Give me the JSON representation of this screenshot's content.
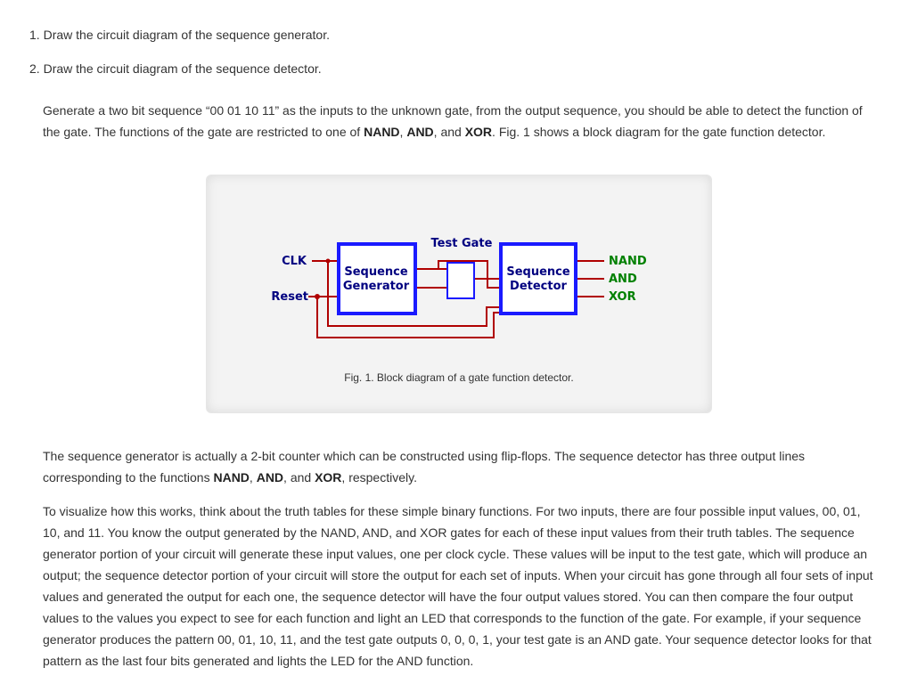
{
  "list": [
    {
      "number": "1.",
      "text": "Draw the circuit diagram of the sequence generator."
    },
    {
      "number": "2.",
      "text": "Draw the circuit diagram of the sequence detector."
    }
  ],
  "intro": {
    "s1": "Generate a two bit sequence “00 01 10 11” as the inputs to the unknown gate, from the output sequence, you should be able to detect the function of the gate.  The functions of the gate are restricted to one of ",
    "nand": "NAND",
    "sep1": ", ",
    "and": "AND",
    "sep2": ", and ",
    "xor": "XOR",
    "s2": ". Fig. 1 shows a block diagram for the gate function detector."
  },
  "figure": {
    "labels": {
      "clk": "CLK",
      "reset": "Reset",
      "test_gate": "Test Gate",
      "generator": [
        "Sequence",
        "Generator"
      ],
      "detector": [
        "Sequence",
        "Detector"
      ],
      "out_nand": "NAND",
      "out_and": "AND",
      "out_xor": "XOR"
    },
    "caption": "Fig. 1. Block diagram of a gate function detector.",
    "colors": {
      "block": "#1a1aff",
      "wire": "#b00000",
      "output_label": "#008000",
      "input_label": "#000080"
    }
  },
  "para2": {
    "s1": "The sequence generator is actually a 2-bit counter which can be constructed using flip-flops.  The sequence detector has three output lines corresponding to the functions ",
    "nand": "NAND",
    "sep1": ", ",
    "and": "AND",
    "sep2": ", and ",
    "xor": "XOR",
    "s2": ", respectively."
  },
  "para3": {
    "text": "To visualize how this works, think about the truth tables for these simple binary functions.  For two inputs, there are four possible input values, 00, 01, 10, and 11.  You know the output generated by the NAND, AND, and XOR gates for each of these input values from their truth tables.  The sequence generator portion of your circuit will generate these input values, one per clock cycle.  These values will be input to the test gate, which will produce an output; the sequence detector portion of your circuit will store the output for each set of inputs.  When your circuit has gone through all four sets of input values and generated the output for each one, the sequence detector will have the four output values stored.  You can then compare the four output values to the values you expect to see for each function and light an LED that corresponds to the function of the gate.  For example, if your sequence generator produces the pattern 00, 01, 10, 11, and the test gate outputs 0, 0, 0, 1, your test gate is an AND gate.  Your sequence detector looks for that pattern as the last four bits generated and lights the LED for the AND function."
  }
}
